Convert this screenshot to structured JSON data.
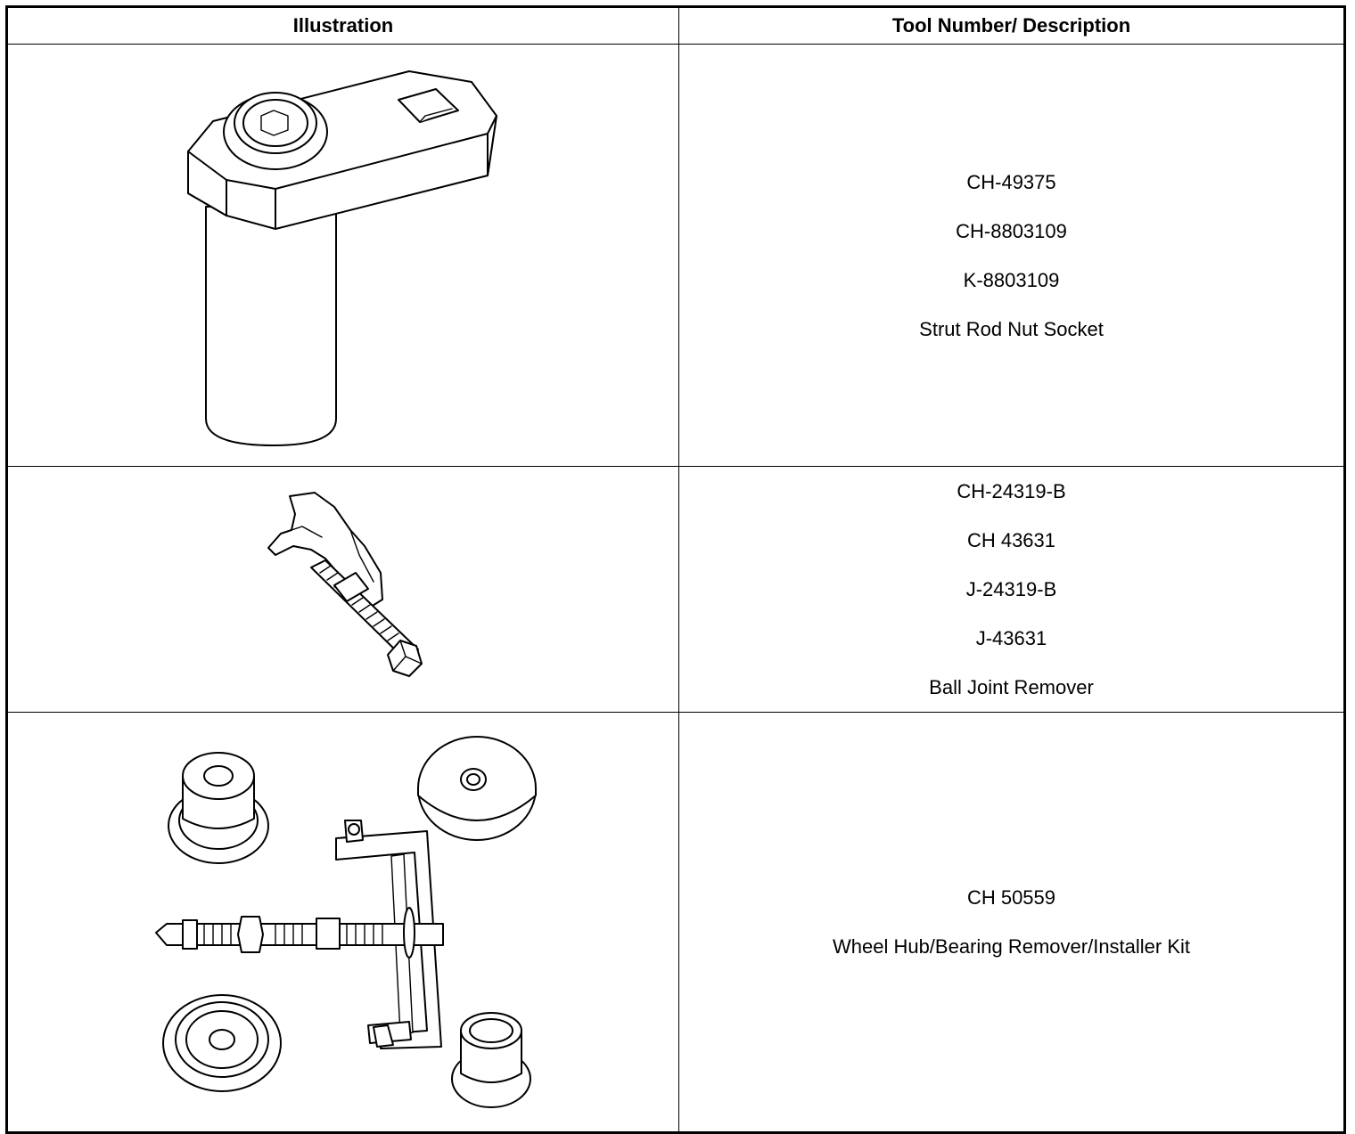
{
  "table": {
    "headers": [
      "Illustration",
      "Tool Number/ Description"
    ],
    "rows": [
      {
        "icon": "strut-rod-nut-socket-illustration",
        "lines": [
          "CH-49375",
          "CH-8803109",
          "K-8803109",
          "Strut Rod Nut Socket"
        ]
      },
      {
        "icon": "ball-joint-remover-illustration",
        "lines": [
          "CH-24319-B",
          "CH 43631",
          "J-24319-B",
          "J-43631",
          "Ball Joint Remover"
        ]
      },
      {
        "icon": "wheel-hub-bearing-kit-illustration",
        "lines": [
          "CH 50559",
          "Wheel Hub/Bearing Remover/Installer Kit"
        ]
      }
    ]
  }
}
